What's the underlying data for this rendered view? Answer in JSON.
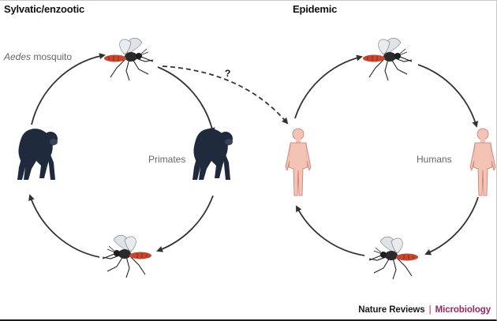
{
  "titles": {
    "left": "Sylvatic/enzootic",
    "right": "Epidemic"
  },
  "labels": {
    "aedes_italic": "Aedes",
    "aedes_rest": "mosquito",
    "primates": "Primates",
    "humans": "Humans",
    "question": "?"
  },
  "credit": {
    "journal": "Nature Reviews",
    "separator": "|",
    "section": "Microbiology"
  },
  "colors": {
    "arrow": "#333333",
    "mosquito_body": "#c8472c",
    "chimp": "#1f2a3d",
    "human_skin": "#f3c3b6",
    "human_outline": "#c77a6c",
    "accent": "#9a2460"
  }
}
